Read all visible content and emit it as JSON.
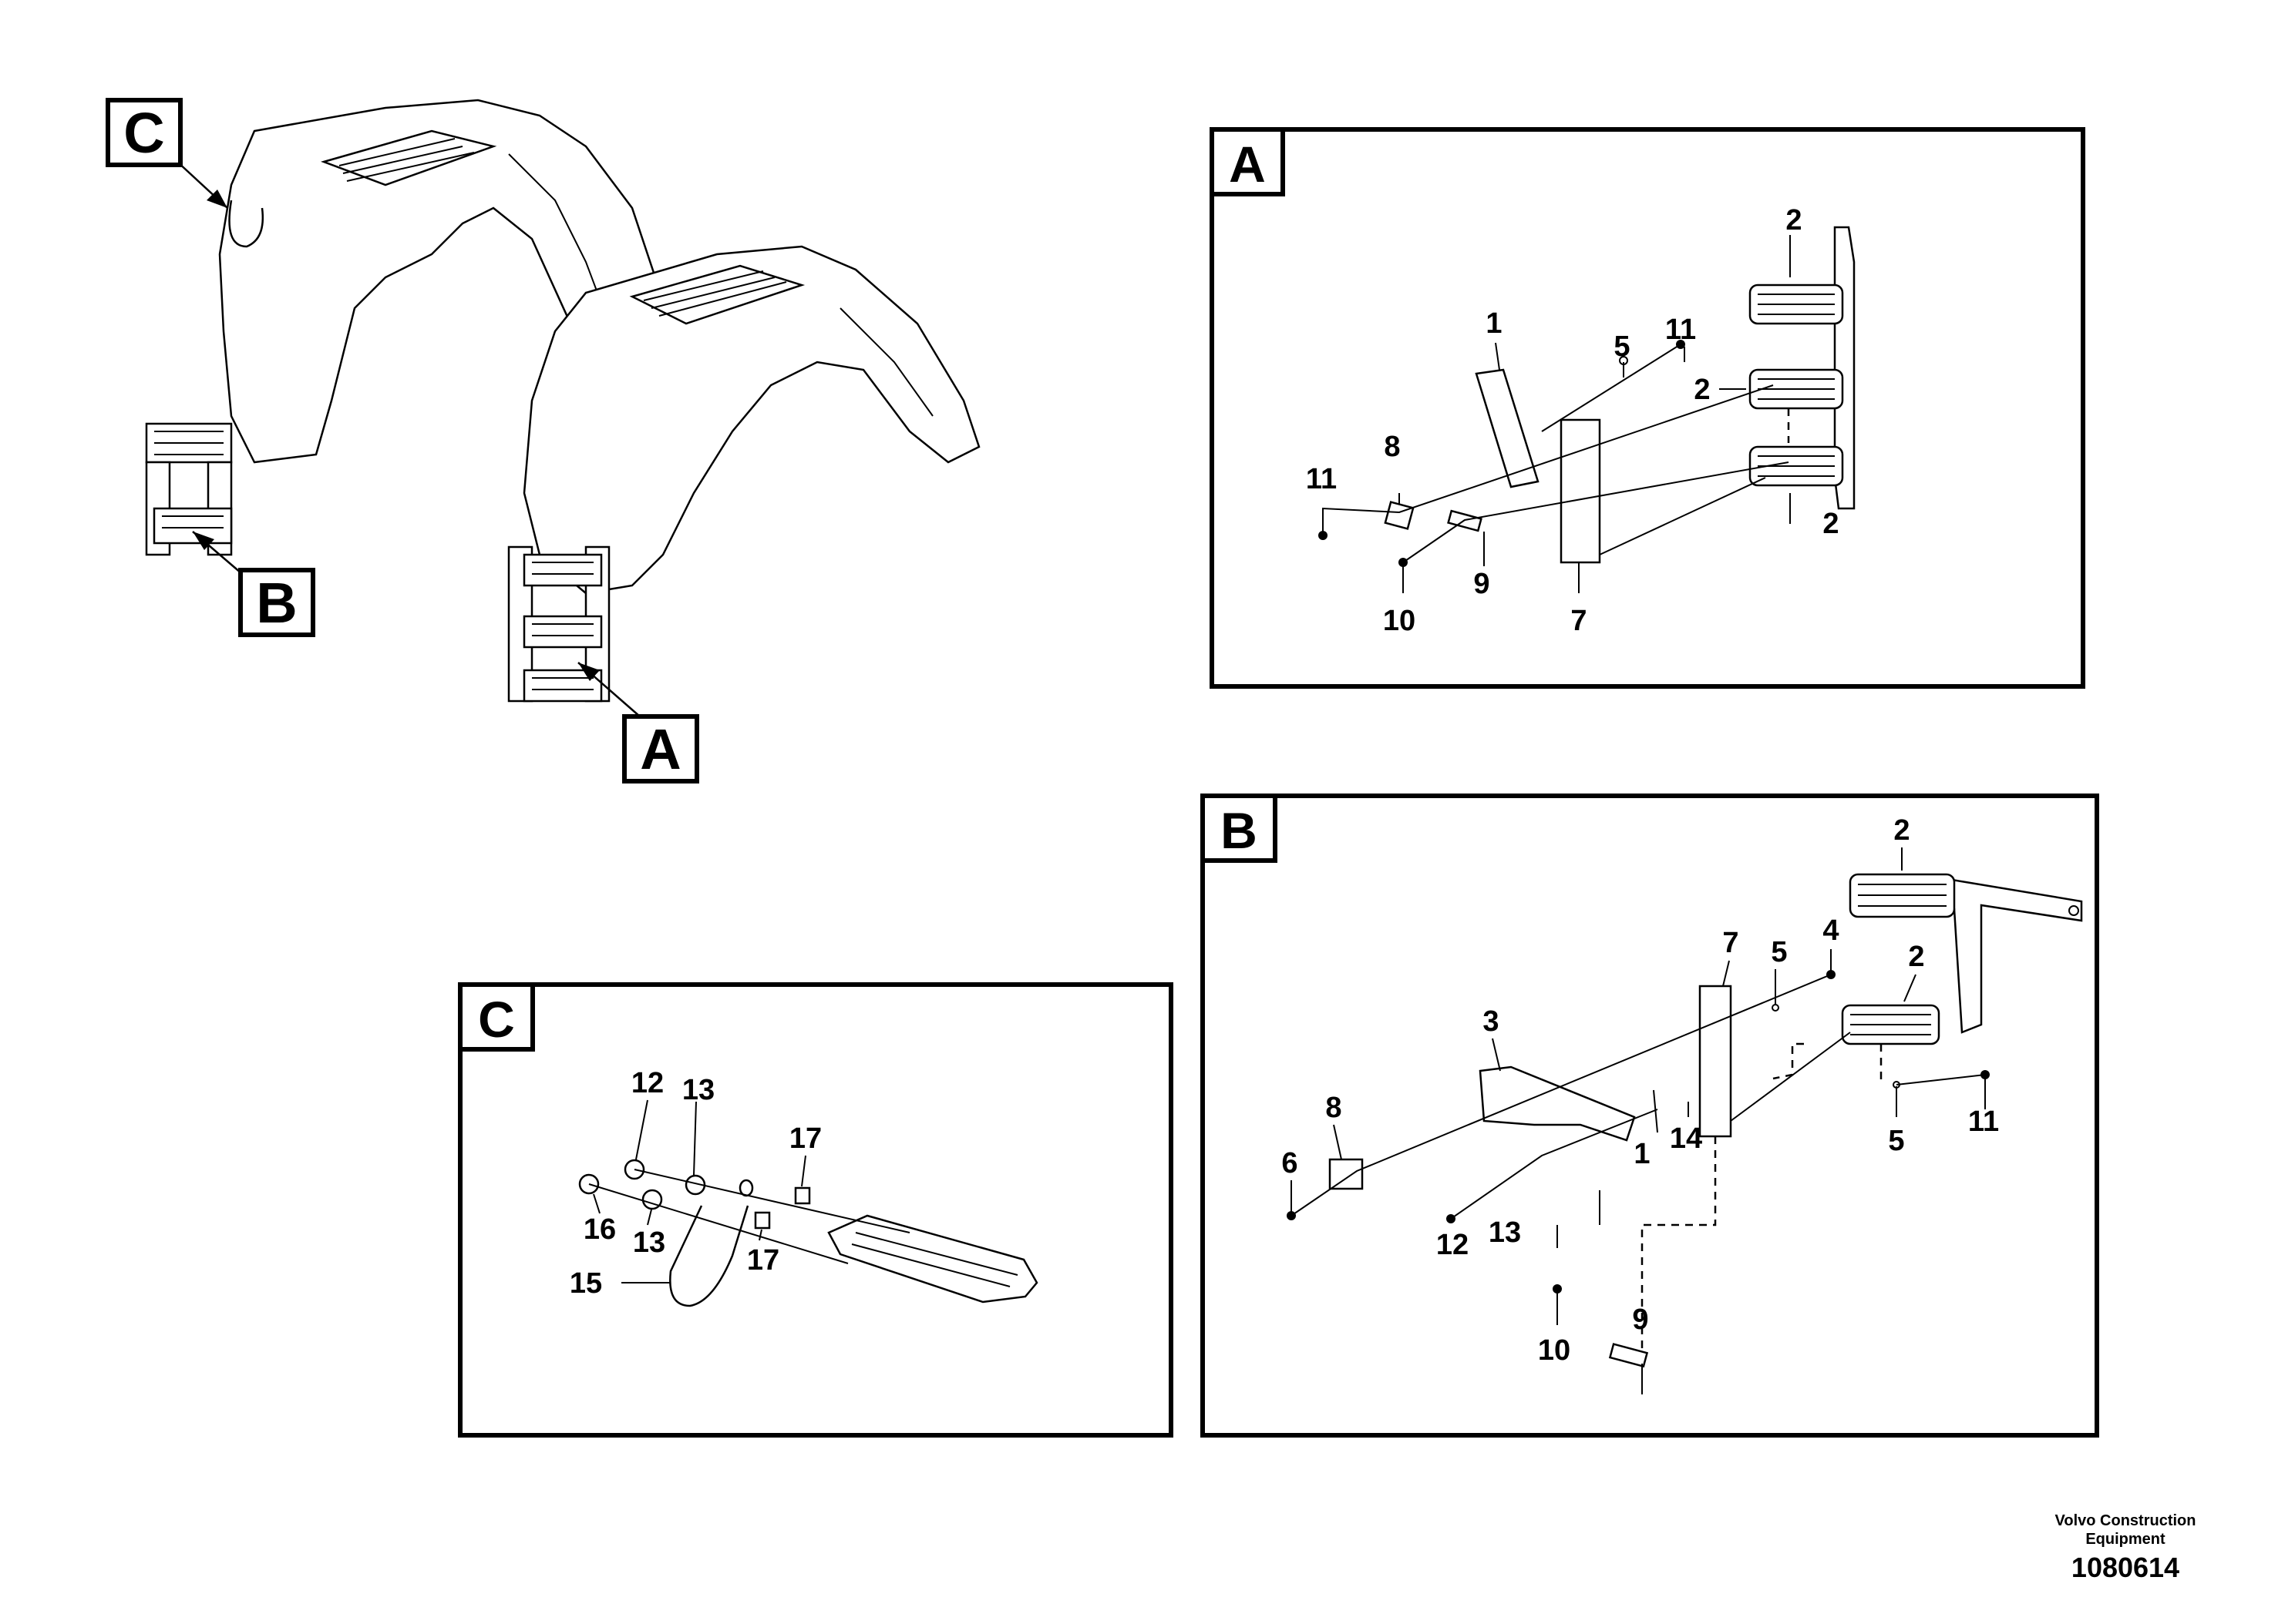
{
  "overview": {
    "callouts": [
      "C",
      "B",
      "A"
    ]
  },
  "detail_a": {
    "title": "A",
    "labels": [
      "2",
      "2",
      "2",
      "1",
      "5",
      "11",
      "8",
      "11",
      "9",
      "10",
      "7"
    ]
  },
  "detail_b": {
    "title": "B",
    "labels": [
      "2",
      "2",
      "7",
      "5",
      "4",
      "3",
      "8",
      "6",
      "1",
      "14",
      "12",
      "13",
      "5",
      "11",
      "9",
      "10"
    ]
  },
  "detail_c": {
    "title": "C",
    "labels": [
      "12",
      "13",
      "17",
      "16",
      "13",
      "15",
      "17"
    ]
  },
  "footer": {
    "company": "Volvo Construction Equipment",
    "document_number": "1080614"
  }
}
